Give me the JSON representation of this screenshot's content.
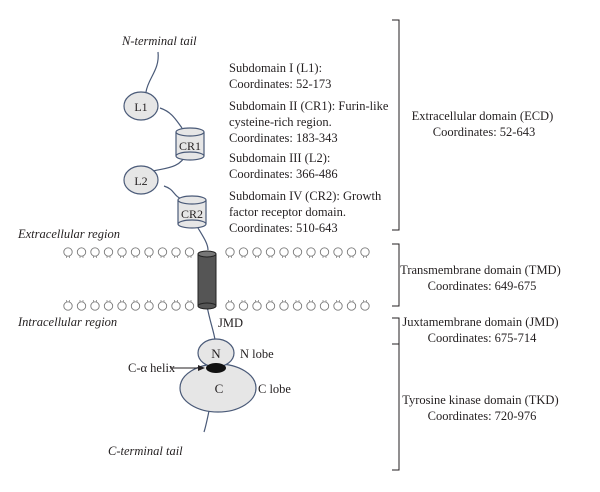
{
  "labels": {
    "n_terminal": "N-terminal tail",
    "c_terminal": "C-terminal tail",
    "extracellular": "Extracellular region",
    "intracellular": "Intracellular region",
    "jmd_short": "JMD",
    "n_lobe": "N lobe",
    "c_lobe": "C lobe",
    "c_helix": "C-α helix",
    "l1": "L1",
    "cr1": "CR1",
    "l2": "L2",
    "cr2": "CR2",
    "n": "N",
    "c": "C"
  },
  "subdomains": [
    {
      "lines": [
        "Subdomain I (L1):",
        "Coordinates: 52-173"
      ]
    },
    {
      "lines": [
        "Subdomain II (CR1): Furin-like",
        "cysteine-rich region.",
        "Coordinates: 183-343"
      ]
    },
    {
      "lines": [
        "Subdomain III (L2):",
        "Coordinates: 366-486"
      ]
    },
    {
      "lines": [
        "Subdomain IV (CR2): Growth",
        "factor receptor domain.",
        "Coordinates: 510-643"
      ]
    }
  ],
  "domains": [
    {
      "lines": [
        "Extracellular domain (ECD)",
        "Coordinates: 52-643"
      ]
    },
    {
      "lines": [
        "Transmembrane domain (TMD)",
        "Coordinates: 649-675"
      ]
    },
    {
      "lines": [
        "Juxtamembrane domain (JMD)",
        "Coordinates: 675-714"
      ]
    },
    {
      "lines": [
        "Tyrosine kinase domain (TKD)",
        "Coordinates: 720-976"
      ]
    }
  ],
  "colors": {
    "domain_fill": "#e6e6e6",
    "outline": "#4a5a78",
    "helix_tube": "#555555",
    "text": "#231f20"
  }
}
